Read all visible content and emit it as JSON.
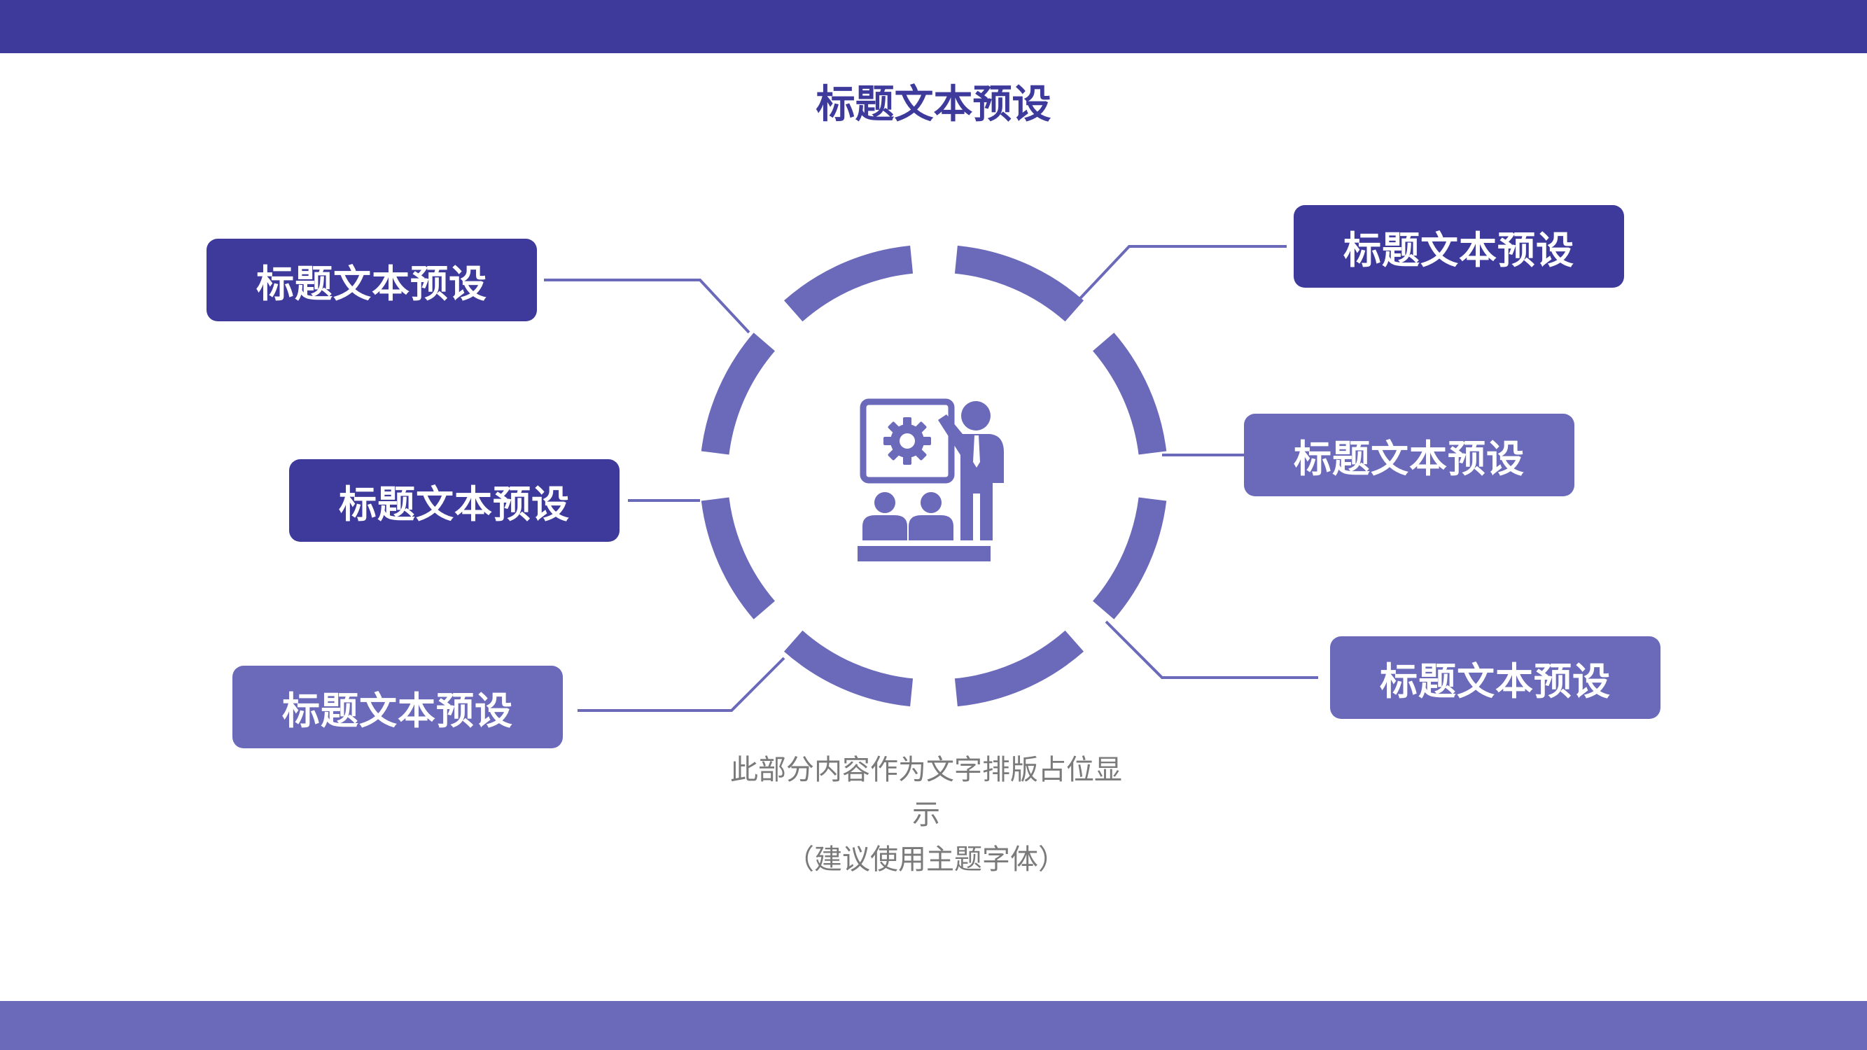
{
  "title": "标题文本预设",
  "colors": {
    "dark": "#3D3A9C",
    "light": "#6A69BA",
    "text_gray": "#7a7a7a"
  },
  "boxes": {
    "top_left": "标题文本预设",
    "mid_left": "标题文本预设",
    "bottom_left": "标题文本预设",
    "top_right": "标题文本预设",
    "mid_right": "标题文本预设",
    "bottom_right": "标题文本预设"
  },
  "center_icon": "presentation-icon",
  "description": {
    "line1": "此部分内容作为文字排版占位显",
    "line2": "示",
    "line3": "（建议使用主题字体）"
  }
}
